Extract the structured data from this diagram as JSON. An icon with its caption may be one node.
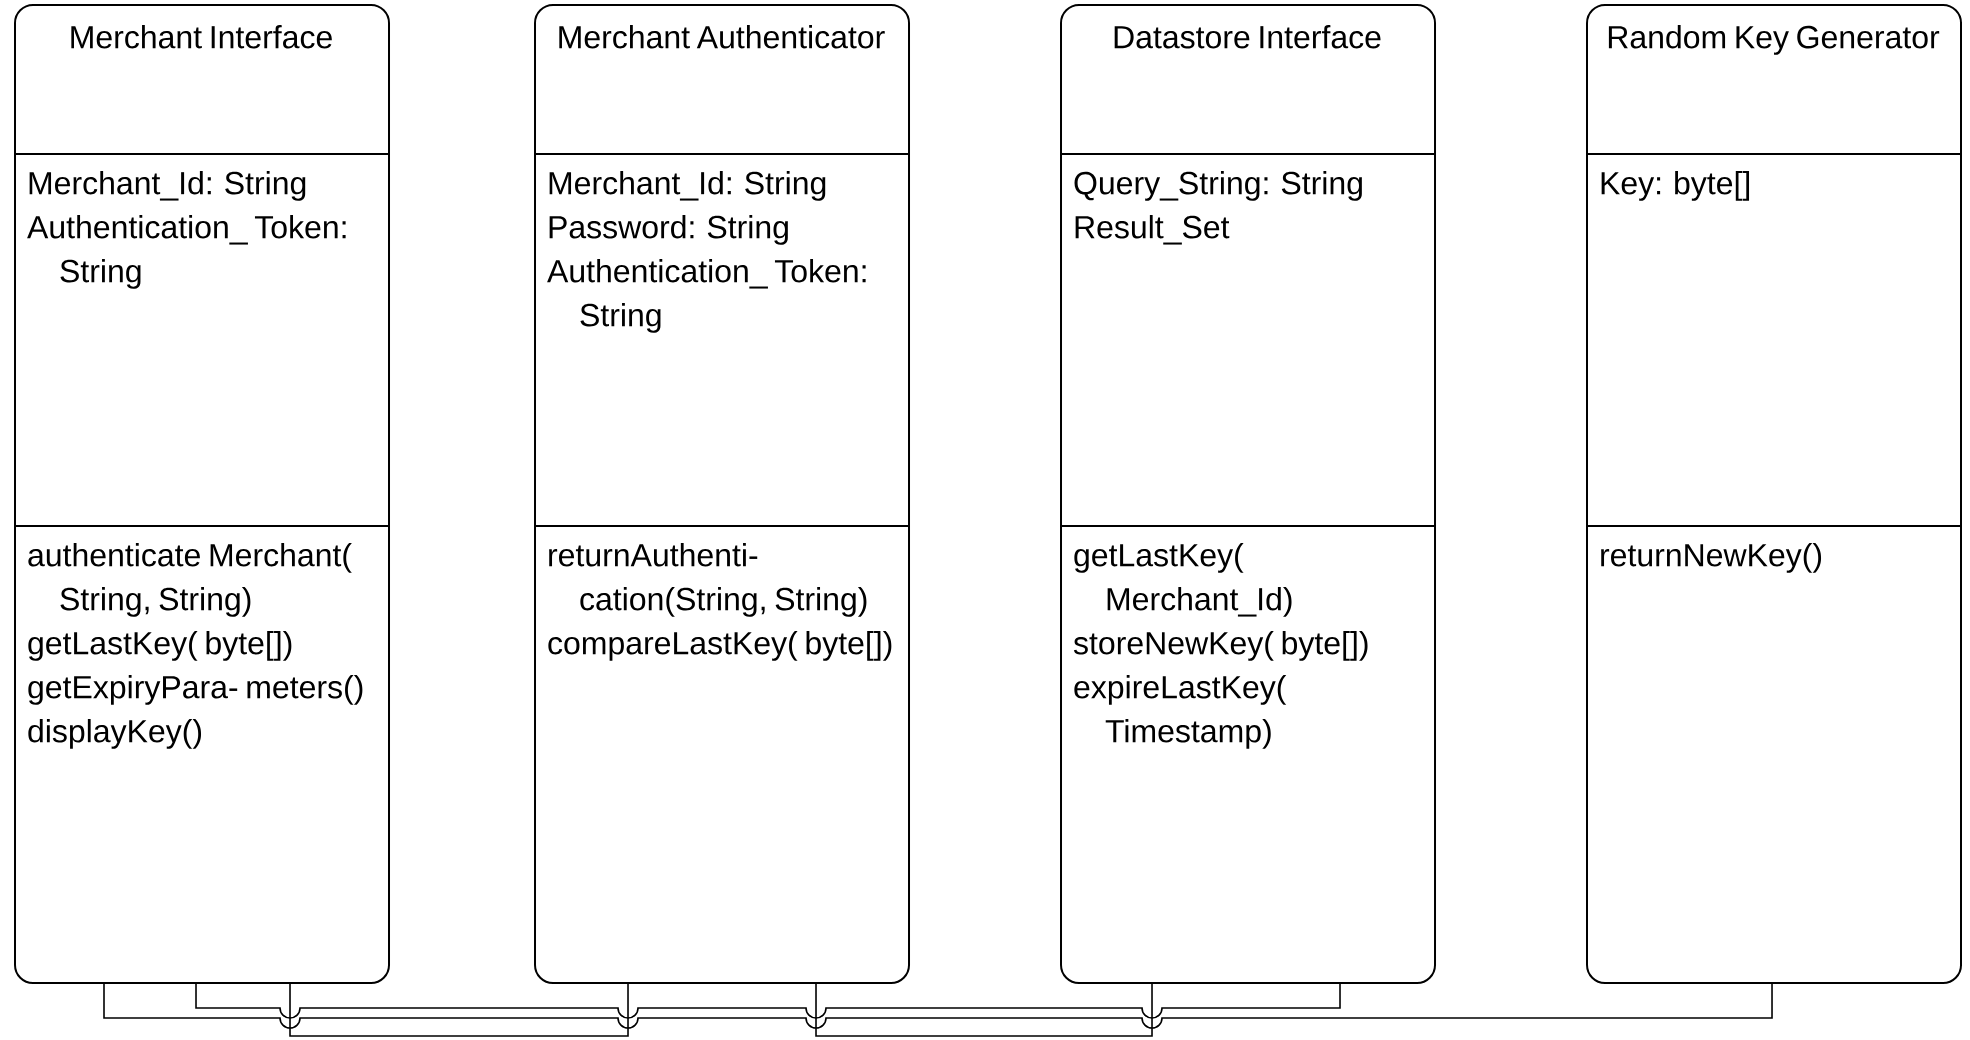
{
  "diagram": {
    "nodes": [
      {
        "text": [
          "Merchant Interface"
        ]
      },
      {
        "text": [
          "Merchant_Id: String",
          "Authentication_ Token: String"
        ],
        "in": 0
      },
      {
        "text": [
          "authenticate Merchant( String, String)",
          "getLastKey( byte[])",
          "getExpiryPara- meters()",
          "displayKey()"
        ],
        "in": 0
      },
      {
        "text": [
          "Merchant Authenticator"
        ]
      },
      {
        "text": [
          "Merchant_Id: String",
          "Password: String",
          "Authentication_ Token: String"
        ],
        "in": 3
      },
      {
        "text": [
          "returnAuthenti- cation(String, String)",
          "compareLastKey( byte[])"
        ],
        "in": 3
      },
      {
        "text": [
          "Datastore Interface"
        ]
      },
      {
        "text": [
          "Query_String: String",
          "Result_Set"
        ],
        "in": 6
      },
      {
        "text": [
          "getLastKey( Merchant_Id)",
          "storeNewKey( byte[])",
          "expireLastKey( Timestamp)"
        ],
        "in": 6
      },
      {
        "text": [
          "Random Key Generator"
        ]
      },
      {
        "text": [
          "Key: byte[]"
        ],
        "in": 9
      },
      {
        "text": [
          "returnNewKey()"
        ],
        "in": 9
      }
    ],
    "edges": [
      {
        "from": 0,
        "to": 9,
        "arrow": "none"
      },
      {
        "from": 0,
        "to": 6,
        "arrow": "none"
      },
      {
        "from": 0,
        "to": 3,
        "arrow": "none"
      },
      {
        "from": 3,
        "to": 6,
        "arrow": "none"
      }
    ]
  }
}
